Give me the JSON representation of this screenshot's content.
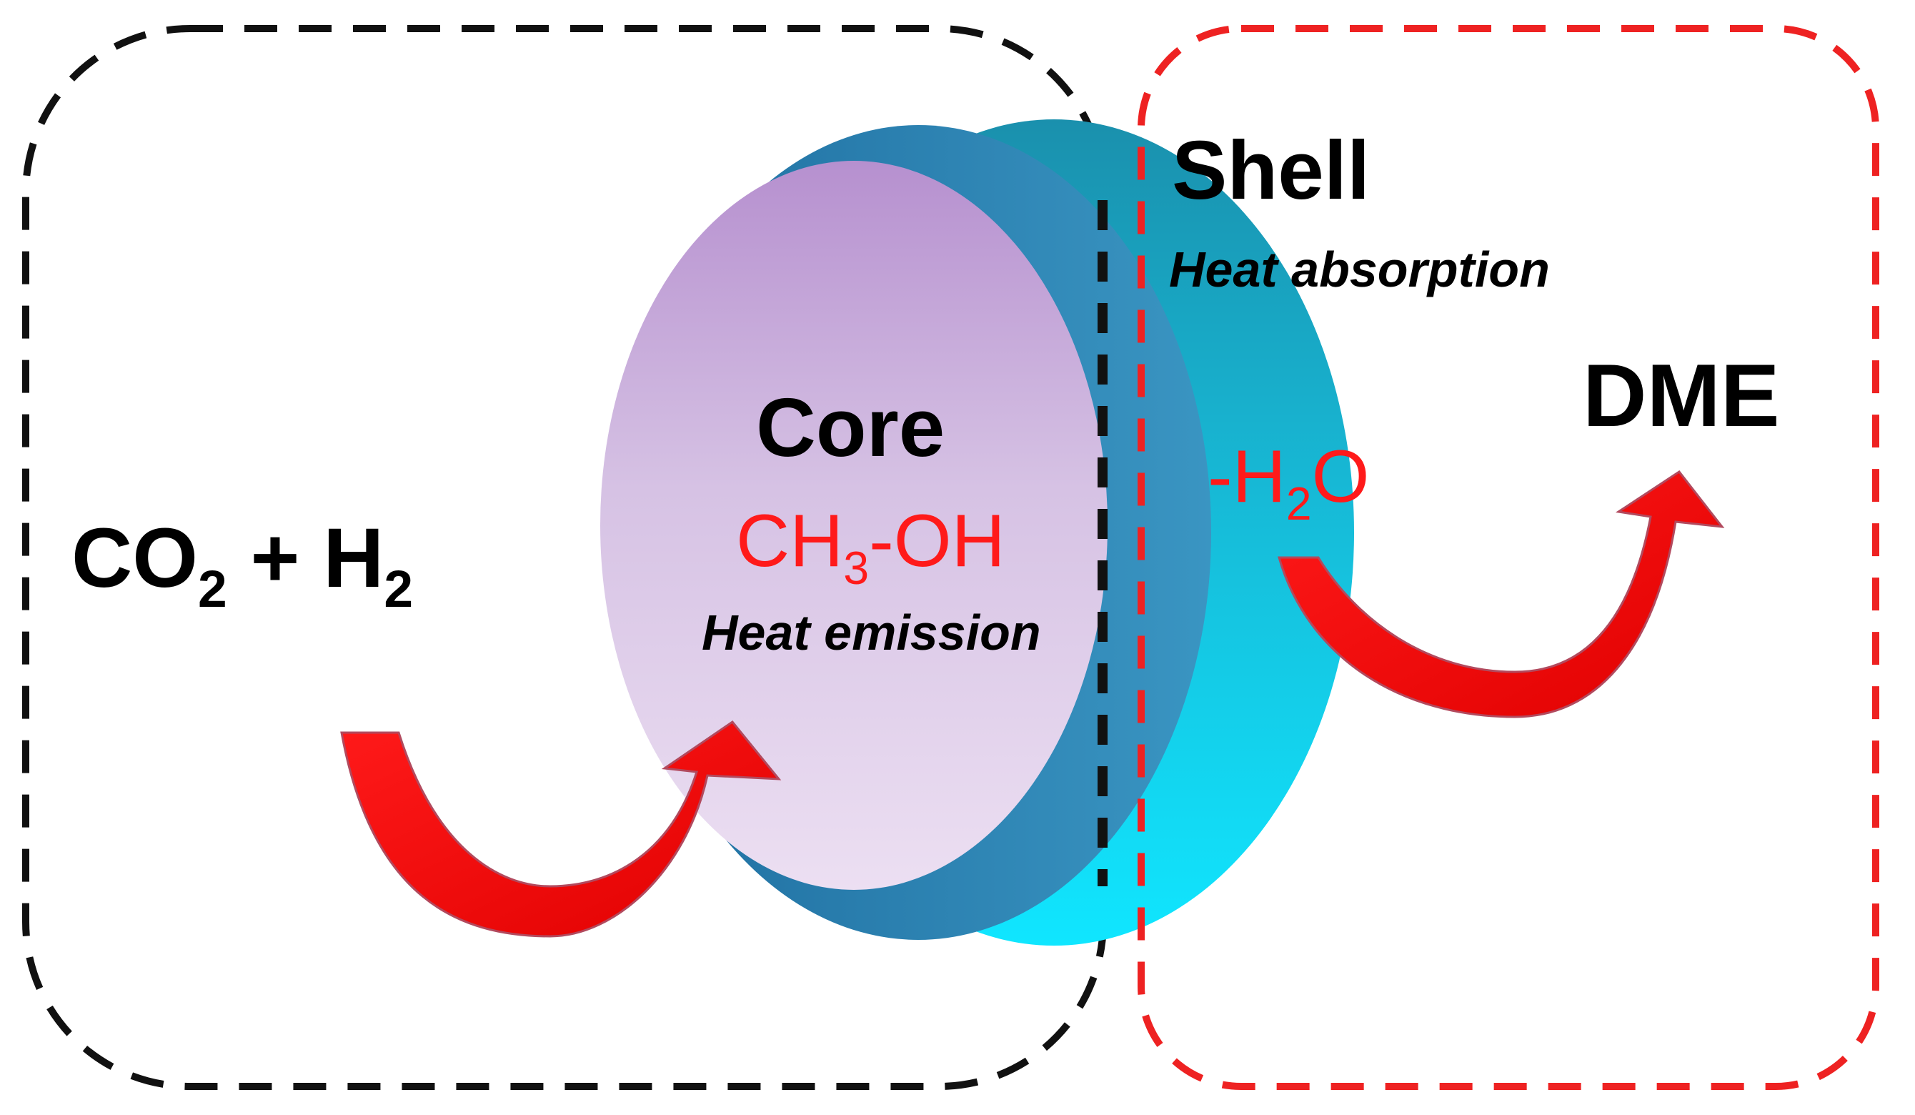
{
  "labels": {
    "reactants_co2": "CO",
    "reactants_co2_sub": "2",
    "reactants_plus": " + H",
    "reactants_h2_sub": "2",
    "core_title": "Core",
    "core_product_a": "CH",
    "core_product_sub": "3",
    "core_product_b": "-OH",
    "core_heat": "Heat emission",
    "shell_title": "Shell",
    "shell_heat": "Heat absorption",
    "water_a": "-H",
    "water_sub": "2",
    "water_b": "O",
    "product": "DME"
  },
  "colors": {
    "core_top": "#b690cf",
    "core_bottom": "#ecdff2",
    "shell_top": "#1f95b2",
    "shell_bottom": "#10e4ff",
    "rim": "#2a7fb0",
    "arrow": "#ff0000",
    "core_box_border": "#111111",
    "shell_box_border": "#ee2222",
    "reaction_text": "#ff1a1a",
    "label_text": "#000000"
  }
}
